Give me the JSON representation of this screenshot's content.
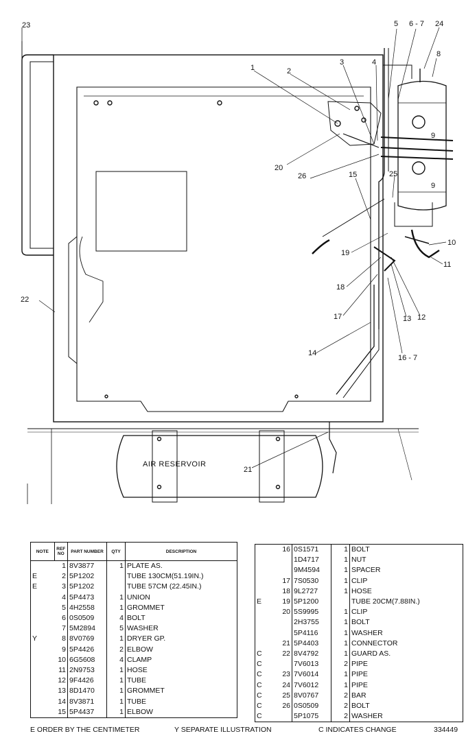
{
  "callouts": {
    "c1": "1",
    "c2": "2",
    "c3": "3",
    "c4": "4",
    "c5": "5",
    "c6_7_top": "6 - 7",
    "c24": "24",
    "c8": "8",
    "c23": "23",
    "c9a": "9",
    "c9b": "9",
    "c20": "20",
    "c26": "26",
    "c15": "15",
    "c25": "25",
    "c10": "10",
    "c11": "11",
    "c19": "19",
    "c18": "18",
    "c17": "17",
    "c13": "13",
    "c12": "12",
    "c16_7": "16 - 7",
    "c14": "14",
    "c22": "22",
    "c21": "21"
  },
  "reservoir_label": "AIR  RESERVOIR",
  "table_headers": {
    "note": "NOTE",
    "ref_no": "REF NO",
    "part_number": "PART NUMBER",
    "qty": "QTY",
    "description": "DESCRIPTION"
  },
  "parts_left": [
    {
      "note": "",
      "ref": "1",
      "part": "8V3877",
      "qty": "1",
      "desc": "PLATE AS."
    },
    {
      "note": "E",
      "ref": "2",
      "part": "5P1202",
      "qty": "",
      "desc": "TUBE  130CM(51.19IN.)"
    },
    {
      "note": "E",
      "ref": "3",
      "part": "5P1202",
      "qty": "",
      "desc": "TUBE  57CM  (22.45IN.)"
    },
    {
      "note": "",
      "ref": "4",
      "part": "5P4473",
      "qty": "1",
      "desc": "UNION"
    },
    {
      "note": "",
      "ref": "5",
      "part": "4H2558",
      "qty": "1",
      "desc": "GROMMET"
    },
    {
      "note": "",
      "ref": "6",
      "part": "0S0509",
      "qty": "4",
      "desc": "BOLT"
    },
    {
      "note": "",
      "ref": "7",
      "part": "5M2894",
      "qty": "5",
      "desc": "WASHER"
    },
    {
      "note": "Y",
      "ref": "8",
      "part": "8V0769",
      "qty": "1",
      "desc": "DRYER  GP."
    },
    {
      "note": "",
      "ref": "9",
      "part": "5P4426",
      "qty": "2",
      "desc": "ELBOW"
    },
    {
      "note": "",
      "ref": "10",
      "part": "6G5608",
      "qty": "4",
      "desc": "CLAMP"
    },
    {
      "note": "",
      "ref": "11",
      "part": "2N9753",
      "qty": "1",
      "desc": "HOSE"
    },
    {
      "note": "",
      "ref": "12",
      "part": "9F4426",
      "qty": "1",
      "desc": "TUBE"
    },
    {
      "note": "",
      "ref": "13",
      "part": "8D1470",
      "qty": "1",
      "desc": "GROMMET"
    },
    {
      "note": "",
      "ref": "14",
      "part": "8V3871",
      "qty": "1",
      "desc": "TUBE"
    },
    {
      "note": "",
      "ref": "15",
      "part": "5P4437",
      "qty": "1",
      "desc": "ELBOW"
    }
  ],
  "parts_right": [
    {
      "note": "",
      "ref": "16",
      "part": "0S1571",
      "qty": "1",
      "desc": "BOLT"
    },
    {
      "note": "",
      "ref": "",
      "part": "1D4717",
      "qty": "1",
      "desc": "NUT"
    },
    {
      "note": "",
      "ref": "",
      "part": "9M4594",
      "qty": "1",
      "desc": "SPACER"
    },
    {
      "note": "",
      "ref": "17",
      "part": "7S0530",
      "qty": "1",
      "desc": "CLIP"
    },
    {
      "note": "",
      "ref": "18",
      "part": "9L2727",
      "qty": "1",
      "desc": "HOSE"
    },
    {
      "note": "E",
      "ref": "19",
      "part": "5P1200",
      "qty": "",
      "desc": "TUBE  20CM(7.88IN.)"
    },
    {
      "note": "",
      "ref": "20",
      "part": "5S9995",
      "qty": "1",
      "desc": "CLIP"
    },
    {
      "note": "",
      "ref": "",
      "part": "2H3755",
      "qty": "1",
      "desc": "BOLT"
    },
    {
      "note": "",
      "ref": "",
      "part": "5P4116",
      "qty": "1",
      "desc": "WASHER"
    },
    {
      "note": "",
      "ref": "21",
      "part": "5P4403",
      "qty": "1",
      "desc": "CONNECTOR"
    },
    {
      "note": "C",
      "ref": "22",
      "part": "8V4792",
      "qty": "1",
      "desc": "GUARD  AS."
    },
    {
      "note": "C",
      "ref": "",
      "part": "7V6013",
      "qty": "2",
      "desc": "  PIPE"
    },
    {
      "note": "C",
      "ref": "23",
      "part": "7V6014",
      "qty": "1",
      "desc": "  PIPE"
    },
    {
      "note": "C",
      "ref": "24",
      "part": "7V6012",
      "qty": "1",
      "desc": "  PIPE"
    },
    {
      "note": "C",
      "ref": "25",
      "part": "8V0767",
      "qty": "2",
      "desc": "  BAR"
    },
    {
      "note": "C",
      "ref": "26",
      "part": "0S0509",
      "qty": "2",
      "desc": "BOLT"
    },
    {
      "note": "C",
      "ref": "",
      "part": "5P1075",
      "qty": "2",
      "desc": "WASHER"
    }
  ],
  "footer": {
    "e_note": "E    ORDER  BY  THE  CENTIMETER",
    "y_note": "Y    SEPARATE  ILLUSTRATION",
    "c_note": "C    INDICATES  CHANGE",
    "illustration_number": "334449"
  }
}
